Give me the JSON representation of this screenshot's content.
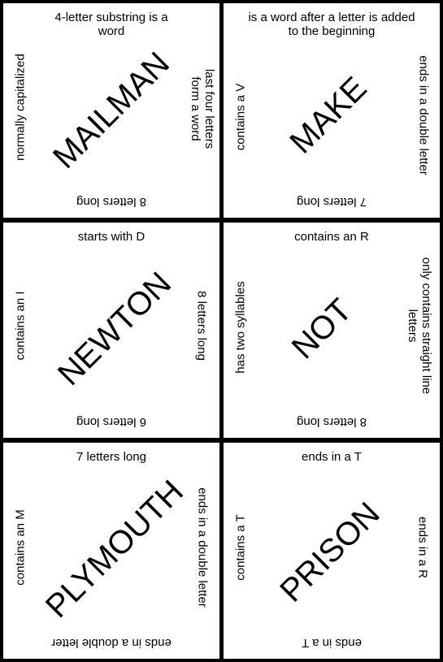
{
  "tiles": [
    {
      "word": "MAILMAN",
      "top": "4-letter substring is a word",
      "right": "last four letters form a word",
      "bottom": "8 letters long",
      "left": "normally capitalized"
    },
    {
      "word": "MAKE",
      "top": "is a word after a letter is added to the beginning",
      "right": "ends in a double letter",
      "bottom": "7 letters long",
      "left": "contains a V"
    },
    {
      "word": "NEWTON",
      "top": "starts with D",
      "right": "8 letters long",
      "bottom": "6 letters long",
      "left": "contains an I"
    },
    {
      "word": "NOT",
      "top": "contains an R",
      "right": "only contains straight line letters",
      "bottom": "8 letters long",
      "left": "has two syllables"
    },
    {
      "word": "PLYMOUTH",
      "top": "7 letters long",
      "right": "ends in a double letter",
      "bottom": "ends in a double letter",
      "left": "contains an M"
    },
    {
      "word": "PRISON",
      "top": "ends in a T",
      "right": "ends in a R",
      "bottom": "ends in a T",
      "left": "contains a T"
    }
  ]
}
